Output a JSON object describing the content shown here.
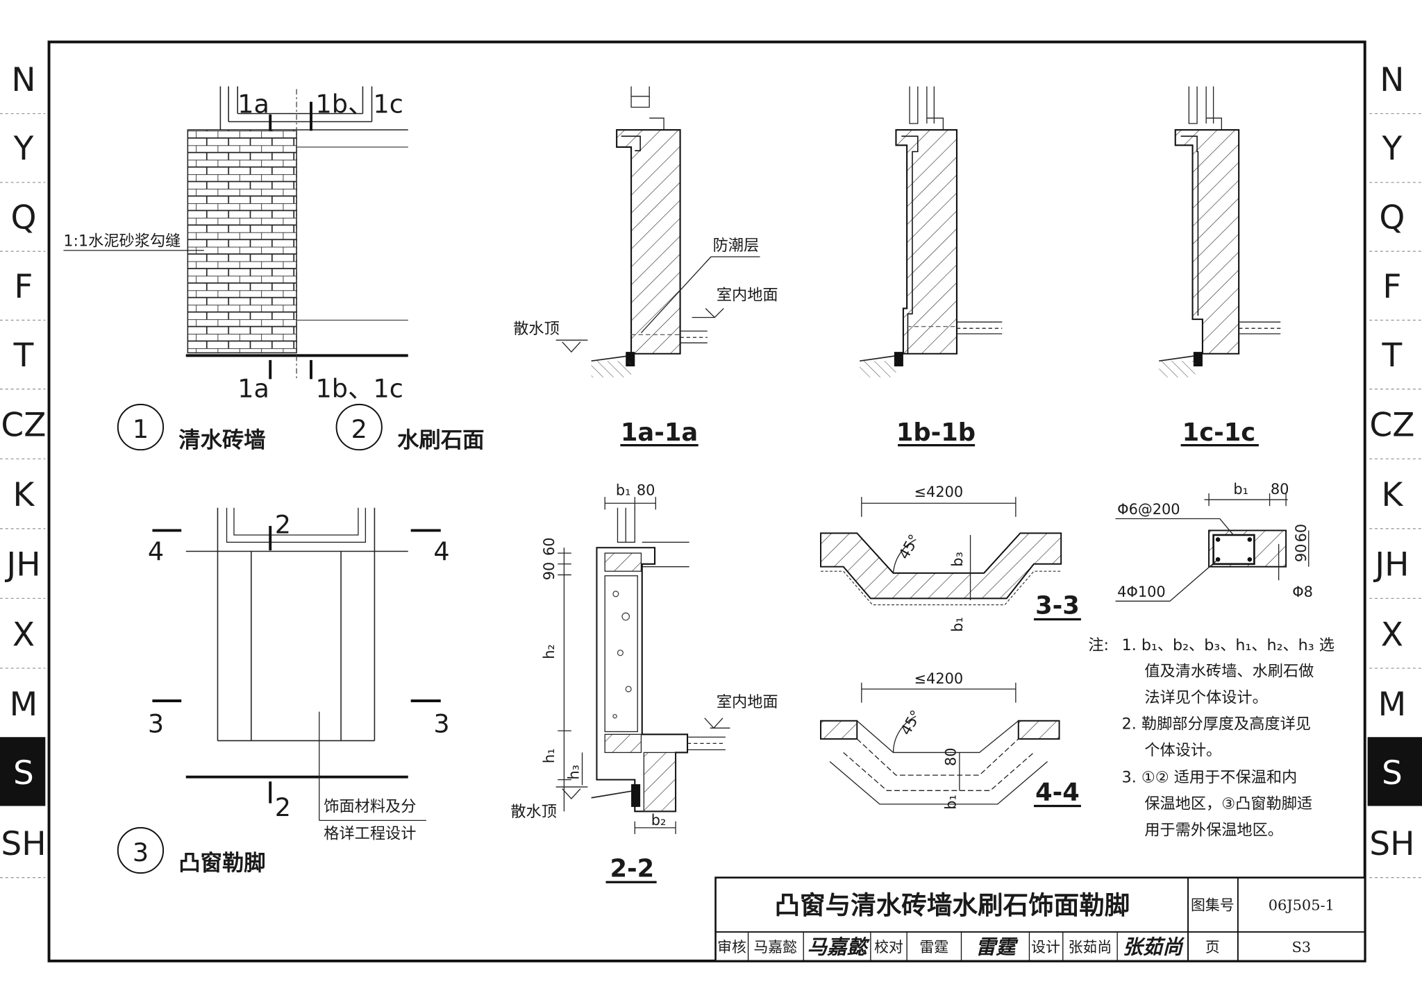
{
  "side_index": {
    "letters": [
      "N",
      "Y",
      "Q",
      "F",
      "T",
      "CZ",
      "K",
      "JH",
      "X",
      "M",
      "S",
      "SH"
    ],
    "active": "S"
  },
  "views": {
    "v1": {
      "num": "1",
      "title": "清水砖墙"
    },
    "v2": {
      "num": "2",
      "title": "水刷石面"
    },
    "v3": {
      "num": "3",
      "title": "凸窗勒脚"
    }
  },
  "elevation": {
    "cut_1a_top": "1a",
    "cut_1bc_top": "1b、1c",
    "cut_1a_bottom": "1a",
    "cut_1bc_bottom": "1b、1c",
    "mortar_note": "1:1水泥砂浆勾缝"
  },
  "elevation3": {
    "cut2_top": "2",
    "cut2_bottom": "2",
    "cut4_left": "4",
    "cut4_right": "4",
    "cut3_left": "3",
    "cut3_right": "3",
    "note_line1": "饰面材料及分",
    "note_line2": "格详工程设计"
  },
  "sections": {
    "s1a": "1a-1a",
    "s1b": "1b-1b",
    "s1c": "1c-1c",
    "s22": "2-2",
    "s33": "3-3",
    "s44": "4-4"
  },
  "section_labels": {
    "damp_proof": "防潮层",
    "indoor_floor": "室内地面",
    "apron_top": "散水顶",
    "indoor_floor_2": "室内地面",
    "apron_top_2": "散水顶"
  },
  "dims_22": {
    "b1": "b₁",
    "w80": "80",
    "h90": "90",
    "h60": "60",
    "h2": "h₂",
    "h1": "h₁",
    "h3": "h₃",
    "b2": "b₂"
  },
  "dims_33": {
    "span": "≤4200",
    "angle": "45°",
    "b3": "b₃",
    "b1": "b₁"
  },
  "dims_44": {
    "span": "≤4200",
    "angle": "45°",
    "d80": "80",
    "b1": "b₁"
  },
  "rebar_detail": {
    "stirrup": "Φ6@200",
    "main": "4Φ100",
    "bar": "Φ8",
    "b1": "b₁",
    "w80": "80",
    "h90": "90",
    "h60": "60"
  },
  "notes": {
    "prefix": "注:",
    "lines": [
      "1. b₁、b₂、b₃、h₁、h₂、h₃ 选",
      "值及清水砖墙、水刷石做",
      "法详见个体设计。",
      "2. 勒脚部分厚度及高度详见",
      "个体设计。",
      "3. ①② 适用于不保温和内",
      "保温地区，③凸窗勒脚适",
      "用于需外保温地区。"
    ]
  },
  "title_block": {
    "title": "凸窗与清水砖墙水刷石饰面勒脚",
    "atlas_label": "图集号",
    "atlas_no": "06J505-1",
    "page_label": "页",
    "page_no": "S3",
    "review_label": "审核",
    "review_name": "马嘉懿",
    "review_sign": "马嘉懿",
    "check_label": "校对",
    "check_name": "雷霆",
    "check_sign": "雷霆",
    "design_label": "设计",
    "design_name": "张茹尚",
    "design_sign": "张茹尚"
  }
}
